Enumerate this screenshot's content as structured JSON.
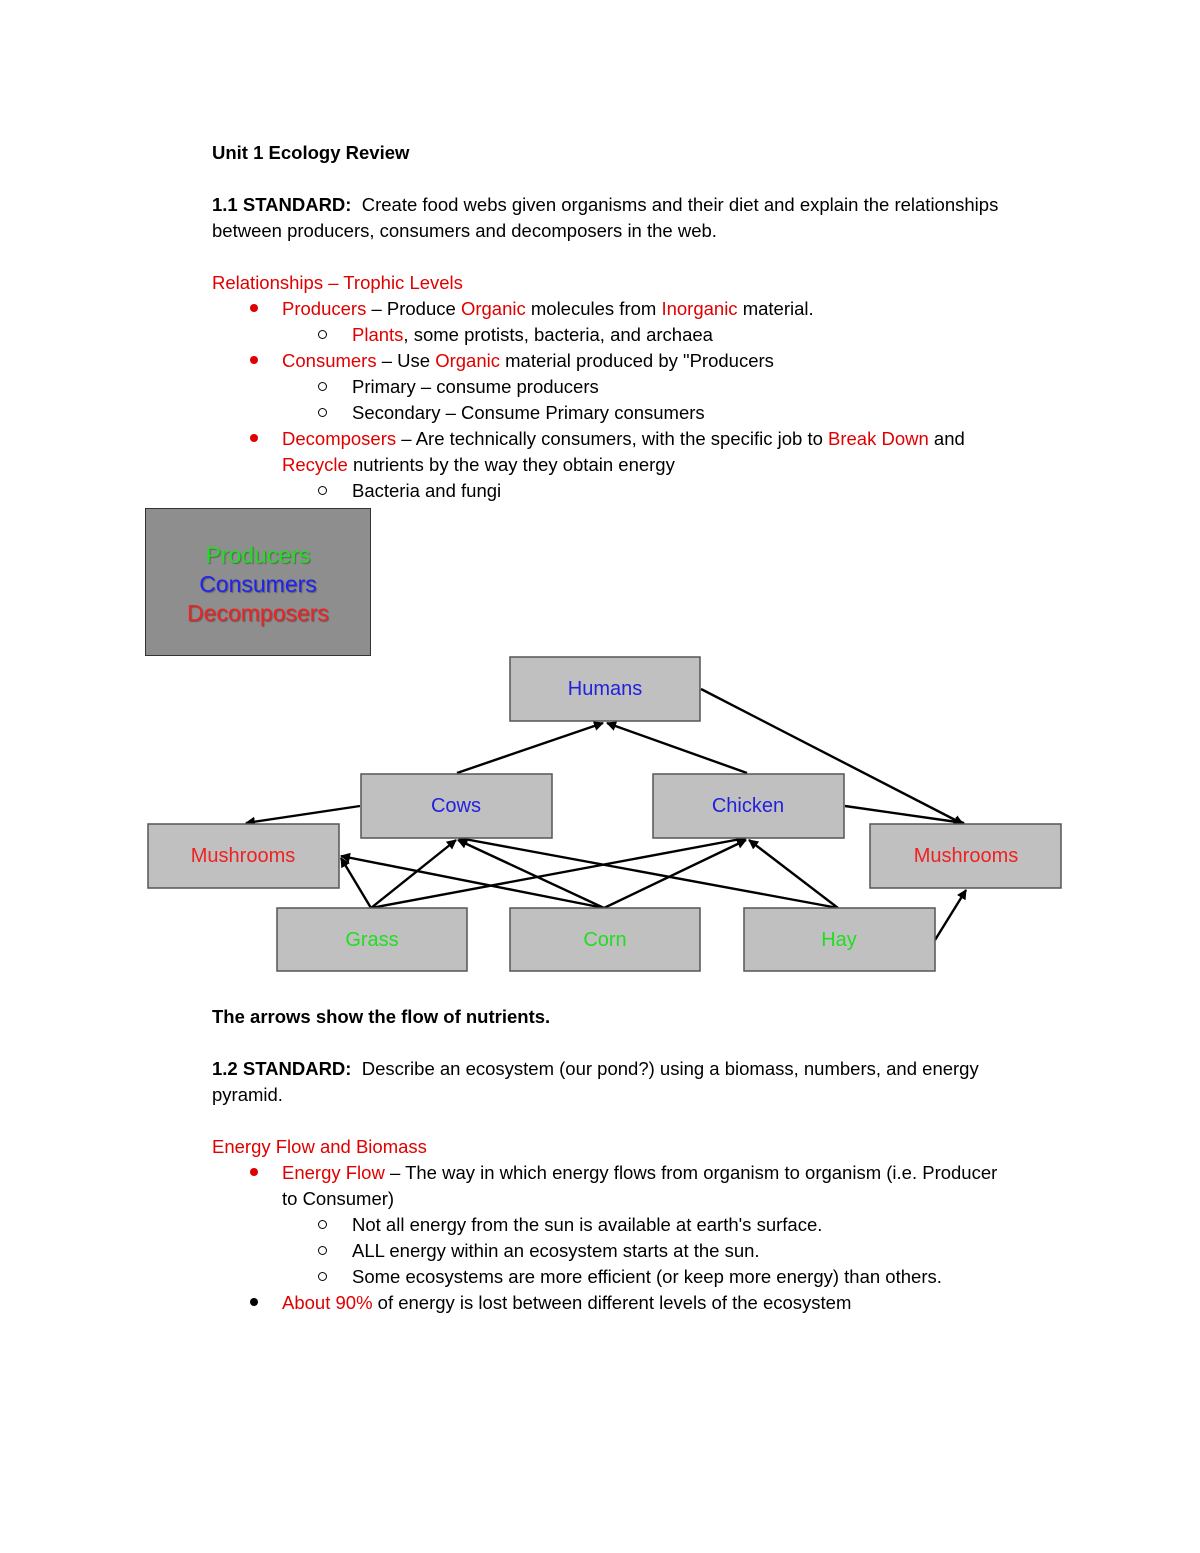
{
  "title": "Unit 1 Ecology Review",
  "std1": {
    "label": "1.1 STANDARD:",
    "line1": "Create food webs given organisms and their diet and explain the relationships",
    "line2": "between producers, consumers and decomposers in the web."
  },
  "section1": {
    "heading": "Relationships – Trophic Levels",
    "producers": {
      "term": "Producers",
      "t1": " – Produce ",
      "r1": "Organic",
      "t2": " molecules from ",
      "r2": "Inorganic",
      "t3": " material."
    },
    "producers_sub": {
      "red": "Plants",
      "rest": ", some protists, bacteria, and archaea"
    },
    "consumers": {
      "term": "Consumers",
      "t1": " – Use ",
      "r1": "Organic",
      "t2": " material produced by \"Producers"
    },
    "consumers_sub": [
      "Primary – consume producers",
      "Secondary – Consume Primary consumers"
    ],
    "decomposers": {
      "term": "Decomposers",
      "t1": " – Are technically consumers, with the specific job to ",
      "r1": "Break Down",
      "t2": " and",
      "r2": "Recycle",
      "t3": " nutrients by the way they obtain energy"
    },
    "decomposers_sub": [
      "Bacteria and fungi"
    ]
  },
  "legend": {
    "producers": "Producers",
    "consumers": "Consumers",
    "decomposers": "Decomposers",
    "colors": {
      "producers": "#22dd22",
      "consumers": "#2222ee",
      "decomposers": "#ee2222"
    }
  },
  "food_web": {
    "nodes": {
      "humans": "Humans",
      "cows": "Cows",
      "chicken": "Chicken",
      "mushrooms_left": "Mushrooms",
      "mushrooms_right": "Mushrooms",
      "grass": "Grass",
      "corn": "Corn",
      "hay": "Hay"
    }
  },
  "caption": "The arrows show the flow of nutrients.",
  "std2": {
    "label": "1.2 STANDARD:",
    "line1": "Describe an ecosystem (our pond?) using a biomass, numbers, and energy",
    "line2": "pyramid."
  },
  "section2": {
    "heading": "Energy Flow and Biomass",
    "energy_flow": {
      "term": "Energy Flow",
      "t1": " – The way in which energy flows from organism to organism (i.e. Producer",
      "t2": "to Consumer)"
    },
    "energy_sub": [
      "Not all energy from the sun is available at earth's surface.",
      "ALL energy within an ecosystem starts at the sun.",
      "Some ecosystems are more efficient (or keep more energy) than others."
    ],
    "about": {
      "red": "About 90%",
      "rest": " of energy is lost between different levels of the ecosystem"
    }
  }
}
